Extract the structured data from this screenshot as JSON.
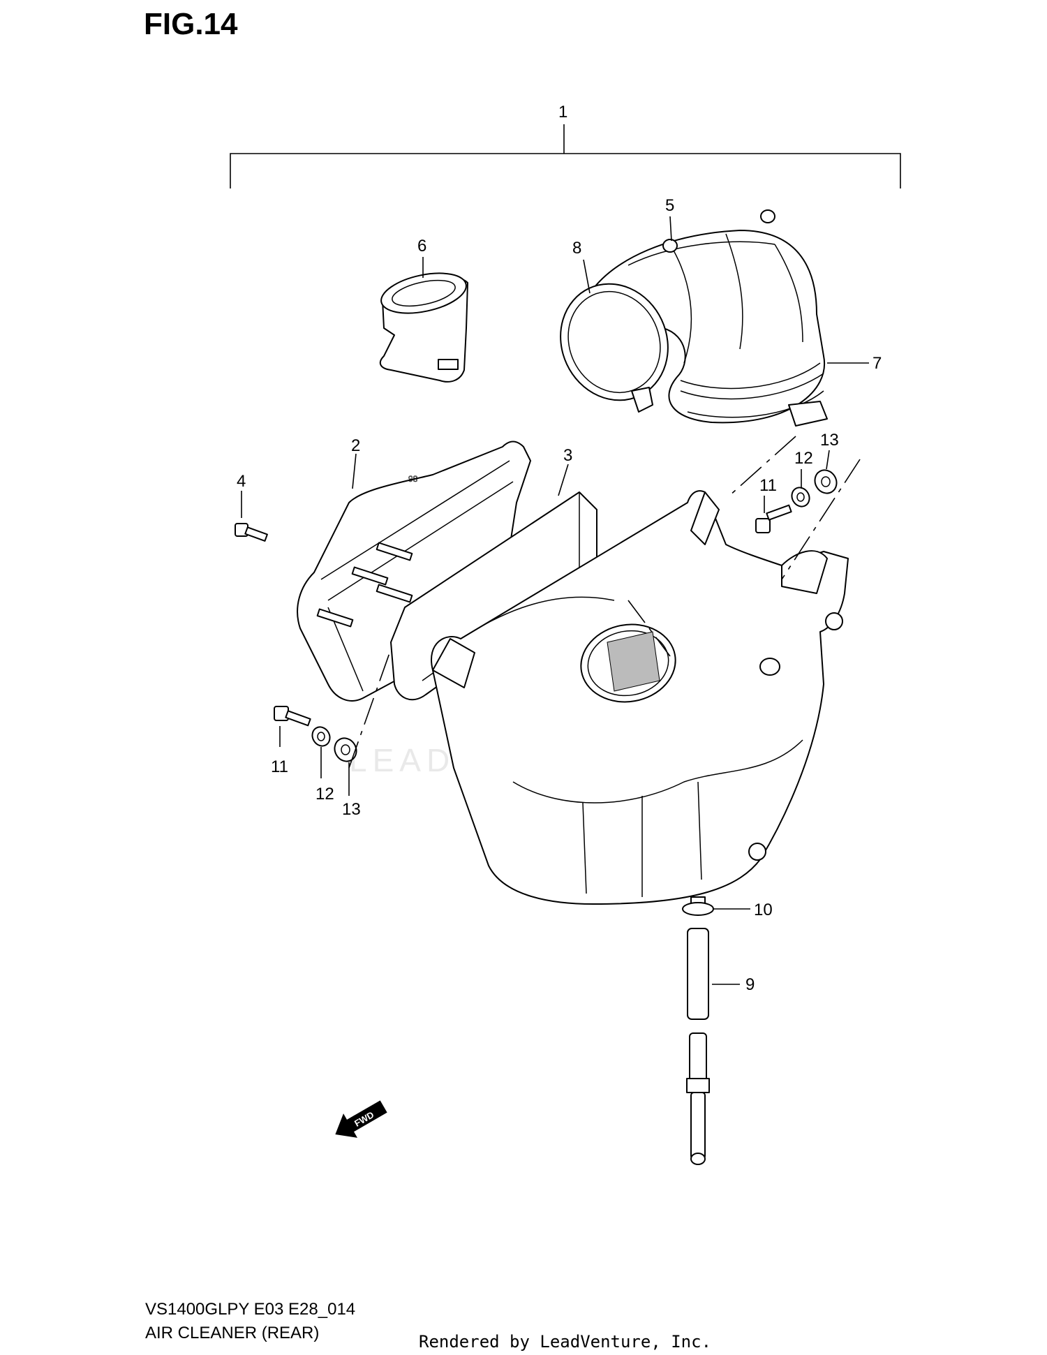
{
  "figure": {
    "title": "FIG.14"
  },
  "callouts": [
    {
      "id": "1",
      "label": "1"
    },
    {
      "id": "2",
      "label": "2"
    },
    {
      "id": "3",
      "label": "3"
    },
    {
      "id": "4",
      "label": "4"
    },
    {
      "id": "5",
      "label": "5"
    },
    {
      "id": "6",
      "label": "6"
    },
    {
      "id": "7",
      "label": "7"
    },
    {
      "id": "8",
      "label": "8"
    },
    {
      "id": "9",
      "label": "9"
    },
    {
      "id": "10",
      "label": "10"
    },
    {
      "id": "11a",
      "label": "11"
    },
    {
      "id": "11b",
      "label": "11"
    },
    {
      "id": "12a",
      "label": "12"
    },
    {
      "id": "12b",
      "label": "12"
    },
    {
      "id": "13a",
      "label": "13"
    },
    {
      "id": "13b",
      "label": "13"
    }
  ],
  "fwd_marker": "FWD",
  "watermark": "LEADVENTURE",
  "footer": {
    "model_code": "VS1400GLPY E03 E28_014",
    "section_name": "AIR CLEANER (REAR)",
    "rendered_by": "Rendered by LeadVenture, Inc."
  }
}
